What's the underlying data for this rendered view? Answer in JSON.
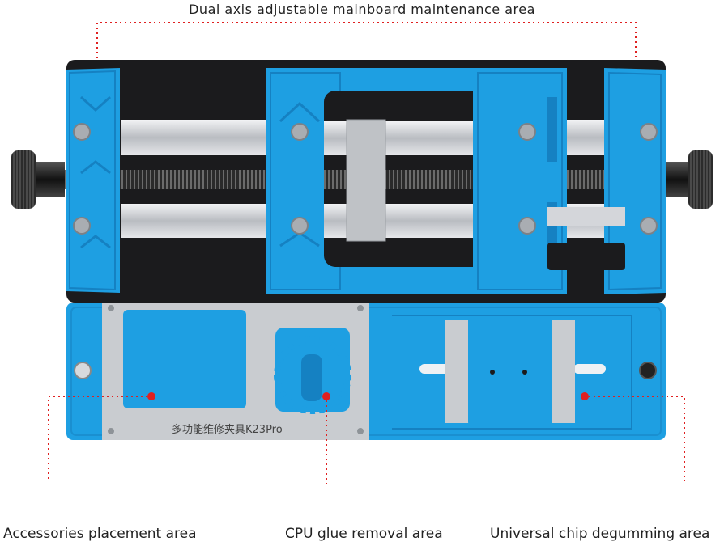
{
  "title": "Dual axis adjustable mainboard maintenance area",
  "labels": {
    "accessories": "Accessories placement area",
    "cpu": "CPU glue removal area",
    "chip": "Universal chip degumming area"
  },
  "plate_text": "多功能维修夹具K23Pro",
  "colors": {
    "blue": "#1e9fe2",
    "blue_dark": "#1581c2",
    "black": "#1b1b1d",
    "steel": "#c9ccd0",
    "callout": "#e02020"
  }
}
